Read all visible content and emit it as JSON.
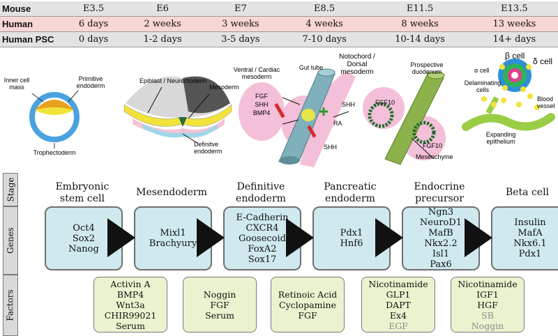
{
  "timeline": {
    "rows": [
      {
        "label": "Mouse",
        "values": [
          "E3.5",
          "E6",
          "E7",
          "E8.5",
          "E11.5",
          "E13.5"
        ]
      },
      {
        "label": "Human",
        "values": [
          "6 days",
          "2 weeks",
          "3 weeks",
          "4 weeks",
          "8 weeks",
          "13 weeks"
        ]
      },
      {
        "label": "Human PSC",
        "values": [
          "0 days",
          "1-2 days",
          "3-5 days",
          "7-10 days",
          "10-14 days",
          "14+ days"
        ]
      }
    ]
  },
  "illustration": {
    "blastocyst": {
      "inner_cell_mass": "Inner cell\nmass",
      "primitive_endoderm": "Primitive\nendoderm",
      "trophectoderm": "Trophectoderm"
    },
    "gastrula": {
      "epiblast": "Epiblast / Neurectoderm",
      "mesoderm": "Mesoderm",
      "definitive_endoderm": "Definitve\nendoderm"
    },
    "gut_tube": {
      "ventral": "Ventral / Cardiac\nmesoderm",
      "gut_tube": "Gut tube",
      "notochord": "Notochord /\nDorsal\nmesoderm",
      "fgf": "FGF",
      "shh1": "SHH",
      "bmp4": "BMP4",
      "shh2": "SHH",
      "ra": "RA",
      "shh3": "SHH"
    },
    "duodenum": {
      "prospective": "Prospective\nduodenum",
      "fgf10a": "FGF10",
      "fgf10b": "FGF10",
      "mesenchyme": "Mesenchyme"
    },
    "islet": {
      "beta": "β cell",
      "delta": "δ cell",
      "alpha": "α cell",
      "delaminating": "Delaminating\ncells",
      "blood_vessel": "Blood\nvessel",
      "expanding": "Expanding\nepithelium"
    }
  },
  "flow": {
    "row_labels": {
      "stage": "Stage",
      "genes": "Genes",
      "factors": "Factors"
    },
    "stages": [
      {
        "title": "Embryonic\nstem cell",
        "genes": "Oct4\nSox2\nNanog",
        "factors": [
          "Activin A",
          "BMP4",
          "Wnt3a",
          "CHIR99021",
          "Serum"
        ],
        "factors_dim": []
      },
      {
        "title": "Mesendoderm",
        "genes": "Mixl1\nBrachyury",
        "factors": [
          "Noggin",
          "FGF",
          "Serum"
        ],
        "factors_dim": []
      },
      {
        "title": "Definitive\nendoderm",
        "genes": "E-Cadherin\nCXCR4\nGoosecoid\nFoxA2\nSox17",
        "factors": [
          "Retinoic Acid",
          "Cyclopamine",
          "FGF"
        ],
        "factors_dim": []
      },
      {
        "title": "Pancreatic\nendoderm",
        "genes": "Pdx1\nHnf6",
        "factors": [
          "Nicotinamide",
          "GLP1",
          "DAPT",
          "Ex4"
        ],
        "factors_dim": [
          "EGF"
        ]
      },
      {
        "title": "Endocrine\nprecursor",
        "genes": "Ngn3\nNeuroD1\nMafB\nNkx2.2\nIsl1\nPax6",
        "factors": [
          "Nicotinamide",
          "IGF1",
          "HGF"
        ],
        "factors_dim": [
          "SB",
          "Noggin"
        ]
      },
      {
        "title": "Beta cell",
        "genes": "Insulin\nMafA\nNkx6.1\nPdx1",
        "factors": [],
        "factors_dim": []
      }
    ]
  },
  "colors": {
    "gene_box": "#cfe9ef",
    "factor_box": "#eaf3cf",
    "human_row": "#f9d6d6",
    "table_row": "#e3e3e3"
  }
}
